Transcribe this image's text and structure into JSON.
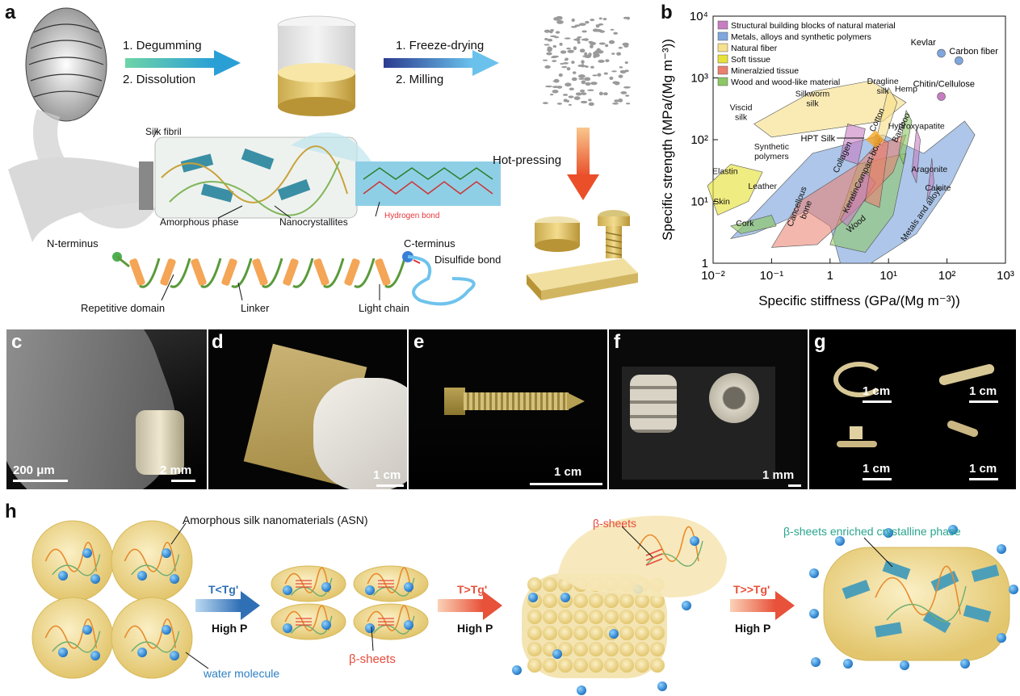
{
  "panel_a": {
    "label": "a",
    "step1": [
      "1. Degumming",
      "2. Dissolution"
    ],
    "step2": [
      "1. Freeze-drying",
      "2. Milling"
    ],
    "hot_pressing": "Hot-pressing",
    "silk_fibril": "Silk fibril",
    "amorphous_phase": "Amorphous phase",
    "nanocrystallites": "Nanocrystallites",
    "hydrogen_bond": "Hydrogen bond",
    "n_terminus": "N-terminus",
    "c_terminus": "C-terminus",
    "disulfide_bond": "Disulfide bond",
    "repetitive_domain": "Repetitive domain",
    "linker": "Linker",
    "light_chain": "Light chain"
  },
  "panel_b": {
    "label": "b"
  },
  "chart_data": {
    "type": "scatter",
    "xlabel": "Specific stiffness (GPa/(Mg m⁻³))",
    "ylabel": "Specific strength (MPa/(Mg m⁻³))",
    "xscale": "log",
    "yscale": "log",
    "xlim": [
      0.01,
      1000
    ],
    "ylim": [
      1,
      10000
    ],
    "x_ticks": [
      "10⁻²",
      "10⁻¹",
      "1",
      "10¹",
      "10²",
      "10³"
    ],
    "y_ticks": [
      "1",
      "10¹",
      "10²",
      "10³",
      "10⁴"
    ],
    "legend": [
      {
        "name": "Structural building blocks of natural material",
        "color": "#c77dc1"
      },
      {
        "name": "Metals, alloys and synthetic polymers",
        "color": "#7fa6dd"
      },
      {
        "name": "Natural fiber",
        "color": "#f7e08c"
      },
      {
        "name": "Soft tissue",
        "color": "#e6e23a"
      },
      {
        "name": "Mineralzied tissue",
        "color": "#ea7f6e"
      },
      {
        "name": "Wood and wood-like material",
        "color": "#8cc763"
      }
    ],
    "legend_position": "top-left",
    "points": [
      {
        "label": "Kevlar",
        "x": 80,
        "y": 2500,
        "color": "#7fa6dd"
      },
      {
        "label": "Carbon fiber",
        "x": 160,
        "y": 1900,
        "color": "#7fa6dd"
      },
      {
        "label": "Chitin/Cellulose",
        "x": 80,
        "y": 500,
        "color": "#c77dc1"
      },
      {
        "label": "HPT Silk",
        "x": 6,
        "y": 100,
        "color": "#f5a623"
      }
    ],
    "regions": [
      {
        "label": "Elastin",
        "class": "Soft tissue"
      },
      {
        "label": "Leather",
        "class": "Soft tissue"
      },
      {
        "label": "Skin",
        "class": "Soft tissue"
      },
      {
        "label": "Cork",
        "class": "Wood and wood-like material"
      },
      {
        "label": "Synthetic polymers",
        "class": "Metals, alloys and synthetic polymers"
      },
      {
        "label": "Cancellous bone",
        "class": "Mineralzied tissue"
      },
      {
        "label": "Collagen",
        "class": "Structural building blocks of natural material"
      },
      {
        "label": "Keratin",
        "class": "Structural building blocks of natural material"
      },
      {
        "label": "Wood",
        "class": "Wood and wood-like material"
      },
      {
        "label": "Compact bone",
        "class": "Mineralzied tissue"
      },
      {
        "label": "Bamboo",
        "class": "Wood and wood-like material"
      },
      {
        "label": "Cotton",
        "class": "Natural fiber"
      },
      {
        "label": "Hemp",
        "class": "Natural fiber"
      },
      {
        "label": "Viscid silk",
        "class": "Natural fiber"
      },
      {
        "label": "Silkworm silk",
        "class": "Natural fiber"
      },
      {
        "label": "Dragline silk",
        "class": "Natural fiber"
      },
      {
        "label": "Hydroxyapatite",
        "class": "Structural building blocks of natural material"
      },
      {
        "label": "Aragonite",
        "class": "Structural building blocks of natural material"
      },
      {
        "label": "Calcite",
        "class": "Structural building blocks of natural material"
      },
      {
        "label": "Metals and alloys",
        "class": "Metals, alloys and synthetic polymers"
      }
    ]
  },
  "panel_c": {
    "label": "c",
    "scale1": "200 μm",
    "scale2": "2 mm"
  },
  "panel_d": {
    "label": "d",
    "scale": "1 cm"
  },
  "panel_e": {
    "label": "e",
    "scale": "1 cm"
  },
  "panel_f": {
    "label": "f",
    "scale": "1 mm"
  },
  "panel_g": {
    "label": "g",
    "scales": [
      "1 cm",
      "1 cm",
      "1 cm",
      "1 cm"
    ]
  },
  "panel_h": {
    "label": "h",
    "asn": "Amorphous silk nanomaterials (ASN)",
    "water": "water molecule",
    "beta_sheets_1": "β-sheets",
    "beta_sheets_2": "β-sheets",
    "enriched": "β-sheets enriched crystalline phase",
    "cond1": "T<Tg'",
    "cond2": "T>Tg'",
    "cond3": "T>>Tg'",
    "high_p": "High P",
    "colors": {
      "arrow1": "#2f6fb5",
      "arrow2": "#e8513a",
      "arrow3": "#e8513a",
      "teal": "#2aa58e",
      "red": "#e84a3a",
      "blue": "#2d7fc4"
    }
  }
}
